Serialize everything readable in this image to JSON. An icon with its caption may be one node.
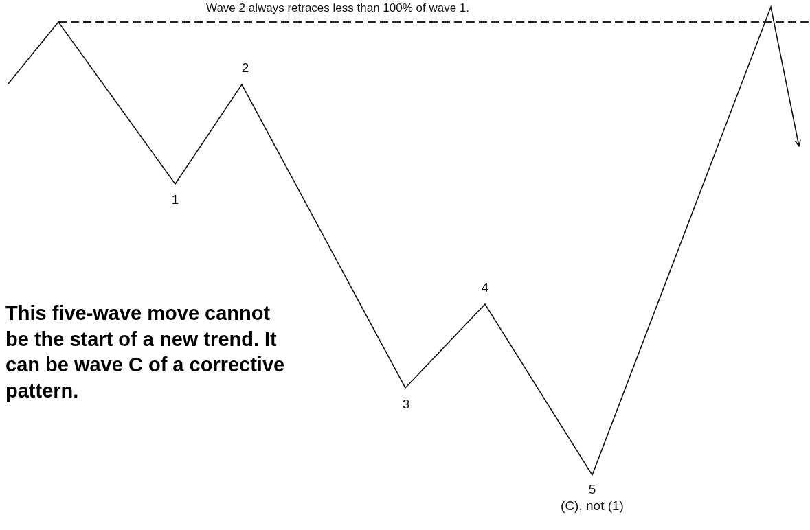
{
  "diagram": {
    "labels": [
      "Wave 2 always retraces less than 100% of wave 1.",
      "2",
      "1",
      "This five-wave move cannot be the start of a new trend. It can be wave C of a corrective pattern.",
      "4",
      "3",
      "5",
      "(C), not (1)"
    ]
  }
}
